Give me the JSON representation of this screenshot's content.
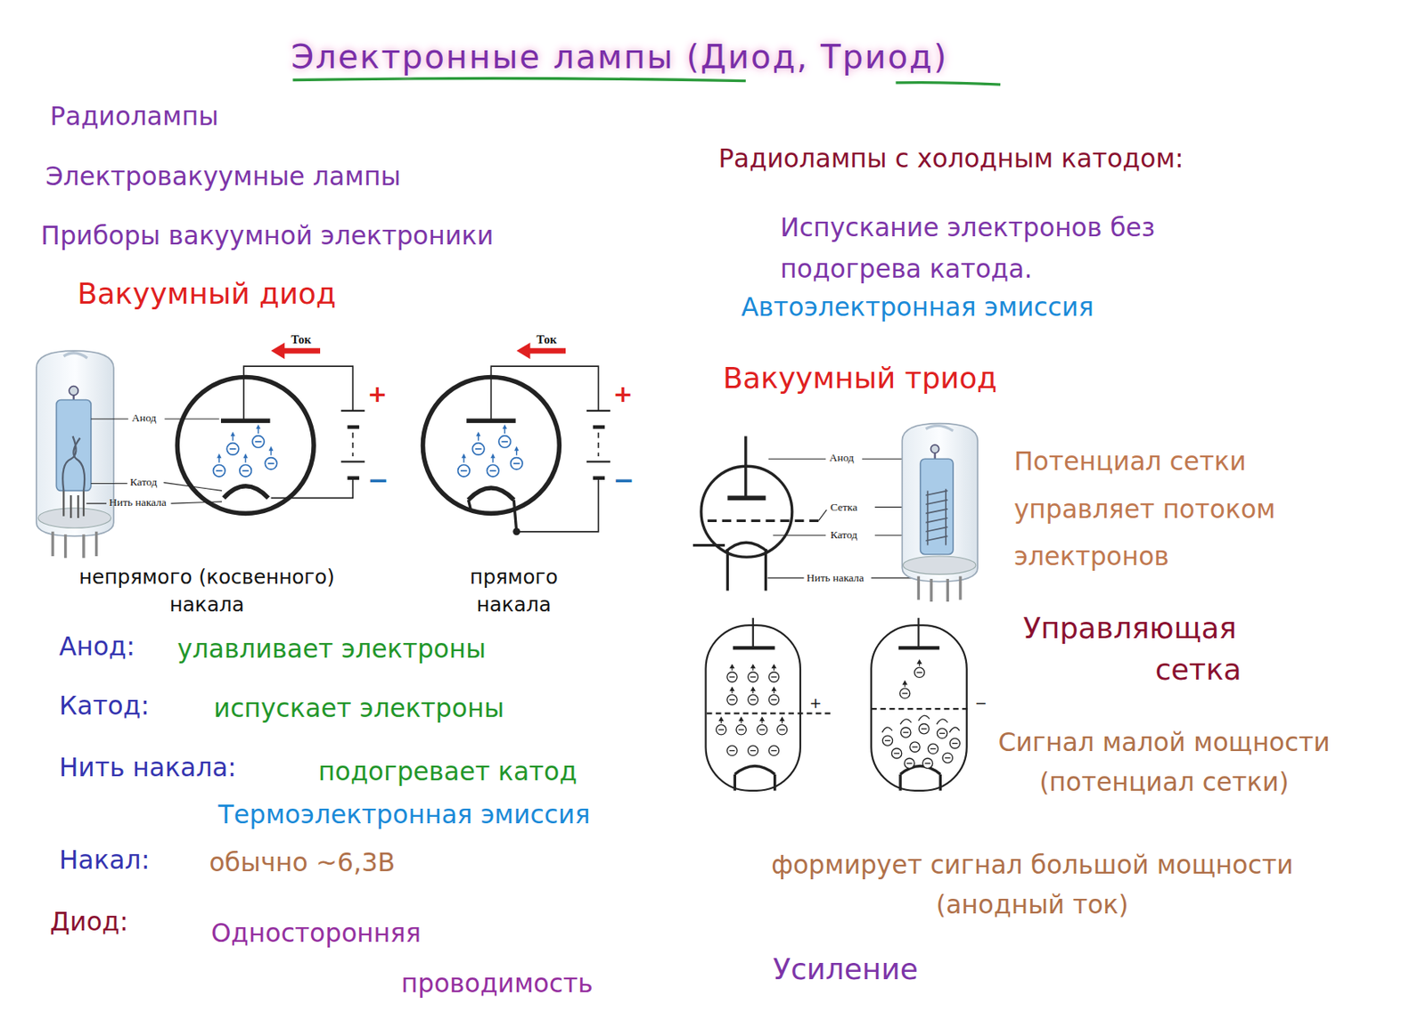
{
  "diagram": {
    "title": "Электронные лампы (Диод, Триод)",
    "labels": [
      "Радиолампы",
      "Электровакуумные лампы",
      "Приборы вакуумной электроники",
      "Вакуумный диод",
      "Ток",
      "Анод",
      "Катод",
      "Нить накала",
      "Ток",
      "+",
      "−",
      "+",
      "−",
      "непрямого (косвенного) накала",
      "прямого накала",
      "Анод:",
      "улавливает электроны",
      "Катод:",
      "испускает электроны",
      "Нить накала:",
      "подогревает катод",
      "Термоэлектронная эмиссия",
      "Накал:",
      "обычно ~6,3В",
      "Диод:",
      "Односторонняя проводимость",
      "Радиолампы с холодным катодом:",
      "Испускание электронов без подогрева катода.",
      "Автоэлектронная эмиссия",
      "Вакуумный триод",
      "Анод",
      "Сетка",
      "Катод",
      "Нить накала",
      "Потенциал сетки управляет потоком электронов",
      "Управляющая сетка",
      "+",
      "−",
      "Сигнал малой мощности (потенциал сетки)",
      "формирует сигнал большой мощности (анодный ток)",
      "Усиление"
    ]
  }
}
